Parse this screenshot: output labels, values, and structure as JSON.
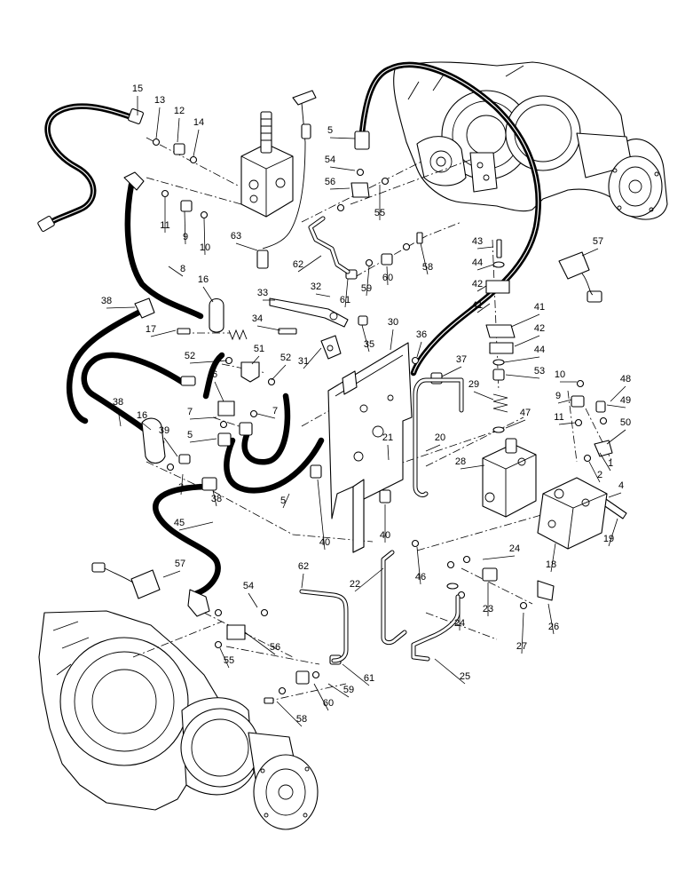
{
  "diagram": {
    "callouts": [
      {
        "label": "15"
      },
      {
        "label": "13"
      },
      {
        "label": "12"
      },
      {
        "label": "14"
      },
      {
        "label": "11"
      },
      {
        "label": "9"
      },
      {
        "label": "10"
      },
      {
        "label": "8"
      },
      {
        "label": "16"
      },
      {
        "label": "38"
      },
      {
        "label": "17"
      },
      {
        "label": "5"
      },
      {
        "label": "54"
      },
      {
        "label": "56"
      },
      {
        "label": "55"
      },
      {
        "label": "63"
      },
      {
        "label": "62"
      },
      {
        "label": "32"
      },
      {
        "label": "33"
      },
      {
        "label": "61"
      },
      {
        "label": "59"
      },
      {
        "label": "60"
      },
      {
        "label": "58"
      },
      {
        "label": "43"
      },
      {
        "label": "44"
      },
      {
        "label": "42"
      },
      {
        "label": "41"
      },
      {
        "label": "57"
      },
      {
        "label": "34"
      },
      {
        "label": "35"
      },
      {
        "label": "30"
      },
      {
        "label": "36"
      },
      {
        "label": "41"
      },
      {
        "label": "42"
      },
      {
        "label": "44"
      },
      {
        "label": "53"
      },
      {
        "label": "52"
      },
      {
        "label": "51"
      },
      {
        "label": "52"
      },
      {
        "label": "31"
      },
      {
        "label": "37"
      },
      {
        "label": "6"
      },
      {
        "label": "7"
      },
      {
        "label": "7"
      },
      {
        "label": "5"
      },
      {
        "label": "29"
      },
      {
        "label": "10"
      },
      {
        "label": "48"
      },
      {
        "label": "9"
      },
      {
        "label": "49"
      },
      {
        "label": "50"
      },
      {
        "label": "11"
      },
      {
        "label": "47"
      },
      {
        "label": "38"
      },
      {
        "label": "16"
      },
      {
        "label": "39"
      },
      {
        "label": "21"
      },
      {
        "label": "20"
      },
      {
        "label": "28"
      },
      {
        "label": "1"
      },
      {
        "label": "2"
      },
      {
        "label": "4"
      },
      {
        "label": "3"
      },
      {
        "label": "38"
      },
      {
        "label": "5"
      },
      {
        "label": "45"
      },
      {
        "label": "40"
      },
      {
        "label": "40"
      },
      {
        "label": "19"
      },
      {
        "label": "24"
      },
      {
        "label": "18"
      },
      {
        "label": "57"
      },
      {
        "label": "62"
      },
      {
        "label": "22"
      },
      {
        "label": "46"
      },
      {
        "label": "54"
      },
      {
        "label": "23"
      },
      {
        "label": "24"
      },
      {
        "label": "56"
      },
      {
        "label": "26"
      },
      {
        "label": "27"
      },
      {
        "label": "55"
      },
      {
        "label": "25"
      },
      {
        "label": "61"
      },
      {
        "label": "59"
      },
      {
        "label": "60"
      },
      {
        "label": "58"
      }
    ]
  }
}
